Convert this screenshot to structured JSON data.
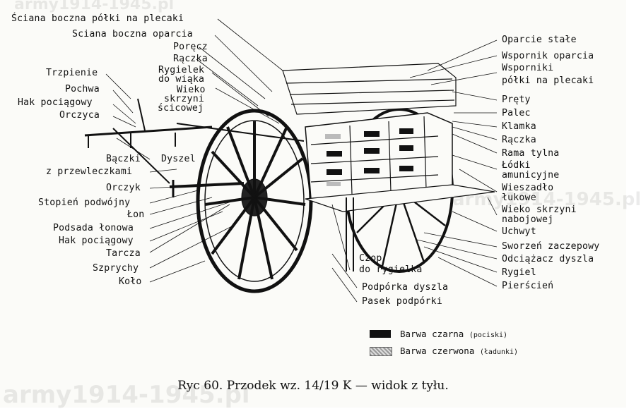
{
  "labels_left": [
    "Ściana boczna półki na plecaki",
    "Sciana boczna oparcia",
    "Poręcz",
    "Rączka",
    "Rygielek",
    "do wiąka",
    "Wieko",
    "skrzyni",
    "ścicowej",
    "Trzpienie",
    "Pochwa",
    "Hak pociągowy",
    "Orczyca",
    "Bączki",
    "z przewleczkami",
    "Dyszel",
    "Orczyk",
    "Stopień podwójny",
    "Łon",
    "Podsada łonowa",
    "Hak pociągowy",
    "Tarcza",
    "Szprychy",
    "Koło"
  ],
  "labels_bottom": [
    "Czop",
    "do rygielka",
    "Podpórka dyszla",
    "Pasek podpórki"
  ],
  "labels_right": [
    "Oparcie stałe",
    "Wspornik oparcia",
    "Wsporniki",
    "półki na plecaki",
    "Pręty",
    "Palec",
    "Klamka",
    "Rączka",
    "Rama tylna",
    "Łódki",
    "amunicyjne",
    "Wieszadło",
    "łukowe",
    "Wieko skrzyni",
    "nabojowej",
    "Uchwyt",
    "Sworzeń zaczepowy",
    "Odciążacz dyszla",
    "Rygiel",
    "Pierścień"
  ],
  "legend": {
    "black_label": "Barwa czarna",
    "black_note": "(pociski)",
    "red_label": "Barwa czerwona",
    "red_note": "(ładunki)"
  },
  "caption": "Ryc 60.  Przodek wz. 14/19 K — widok z tyłu.",
  "watermarks": [
    "army1914-1945.pl",
    "army1914-1945.pl",
    "army1914-1945.pl"
  ]
}
